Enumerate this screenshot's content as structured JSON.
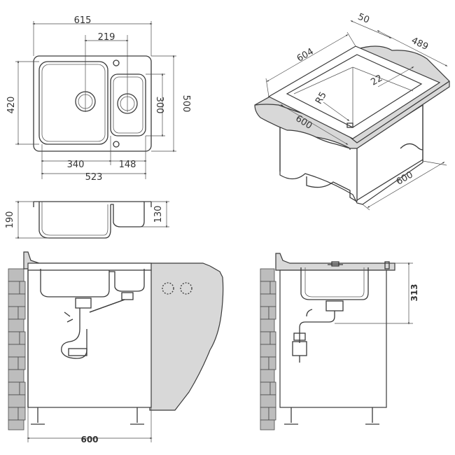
{
  "dimensions": {
    "top_width": "615",
    "small_bowl_offset": "219",
    "height_total": "500",
    "height_inner": "420",
    "small_bowl_height": "300",
    "main_bowl_width": "340",
    "small_bowl_width": "148",
    "inner_width": "523",
    "depth_main": "190",
    "depth_small": "130",
    "iso_depth": "50",
    "iso_length": "604",
    "iso_width": "489",
    "iso_radius": "R5",
    "iso_rim": "22",
    "iso_cabinet_front": "600",
    "iso_cabinet_side": "600",
    "cabinet_width": "600",
    "side_height": "313"
  },
  "colors": {
    "line": "#3a3a3a",
    "fill": "#d8d8d8",
    "brick": "#bdbdbd"
  }
}
